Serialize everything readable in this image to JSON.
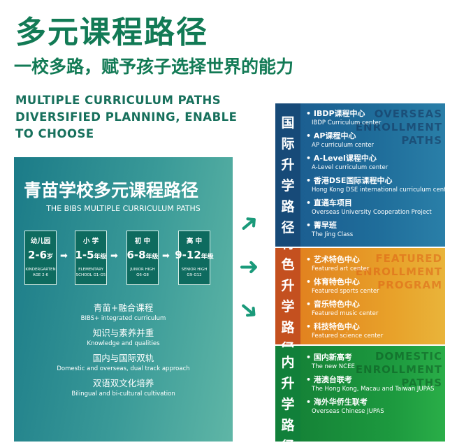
{
  "header": {
    "title": "多元课程路径",
    "subtitle": "一校多路，赋予孩子选择世界的能力",
    "english": [
      "MULTIPLE CURRICULUM PATHS",
      "DIVERSIFIED PLANNING, ENABLE",
      "TO CHOOSE"
    ]
  },
  "left": {
    "title": "青苗学校多元课程路径",
    "subtitle": "THE BIBS MULTIPLE CURRICULUM PATHS",
    "stages": [
      {
        "name": "幼儿园",
        "range": "2-6",
        "unit": "岁",
        "en1": "KINDERGARTEN",
        "en2": "AGE 2-6"
      },
      {
        "name": "小 学",
        "range": "1-5",
        "unit": "年级",
        "en1": "ELEMENTARY",
        "en2": "SCHOOL G1-G5"
      },
      {
        "name": "初 中",
        "range": "6-8",
        "unit": "年级",
        "en1": "JUNIOR HIGH",
        "en2": "G6-G8"
      },
      {
        "name": "高 中",
        "range": "9-12",
        "unit": "年级",
        "en1": "SENIOR HIGH",
        "en2": "G9-G12"
      }
    ],
    "features": [
      {
        "zh": "青苗+融合课程",
        "en": "BIBS+ integrated curriculum"
      },
      {
        "zh": "知识与素养并重",
        "en": "Knowledge and qualities"
      },
      {
        "zh": "国内与国际双轨",
        "en": "Domestic and overseas, dual track approach"
      },
      {
        "zh": "双语双文化培养",
        "en": "Bilingual and bi-cultural cultivation"
      }
    ]
  },
  "sections": [
    {
      "label": "国际升学路径",
      "watermark": [
        "OVERSEAS",
        "ENROLLMENT",
        "PATHS"
      ],
      "color": "#1e5f93",
      "items": [
        {
          "zh": "IBDP课程中心",
          "en": "IBDP Curriculum center"
        },
        {
          "zh": "AP课程中心",
          "en": "AP curriculum center"
        },
        {
          "zh": "A-Level课程中心",
          "en": "A-Level curriculum center"
        },
        {
          "zh": "香港DSE国际课程中心",
          "en": "Hong Kong DSE international curriculum center"
        },
        {
          "zh": "直通车项目",
          "en": "Overseas University Cooperation Project"
        },
        {
          "zh": "菁早班",
          "en": "The Jing Class"
        }
      ]
    },
    {
      "label": "特色升学路径",
      "watermark": [
        "FEATURED",
        "ENROLLMENT",
        "PROGRAM"
      ],
      "color": "#e0891f",
      "items": [
        {
          "zh": "艺术特色中心",
          "en": "Featured art center"
        },
        {
          "zh": "体育特色中心",
          "en": "Featured sports center"
        },
        {
          "zh": "音乐特色中心",
          "en": "Featured music center"
        },
        {
          "zh": "科技特色中心",
          "en": "Featured science center"
        }
      ]
    },
    {
      "label": "国内升学路径",
      "watermark": [
        "DOMESTIC",
        "ENROLLMENT",
        "PATHS"
      ],
      "color": "#1a9a3c",
      "items": [
        {
          "zh": "国内新高考",
          "en": "The new NCEE"
        },
        {
          "zh": "港澳台联考",
          "en": "The Hong Kong, Macau and Taiwan JUPAS"
        },
        {
          "zh": "海外华侨生联考",
          "en": "Overseas Chinese JUPAS"
        }
      ]
    }
  ]
}
